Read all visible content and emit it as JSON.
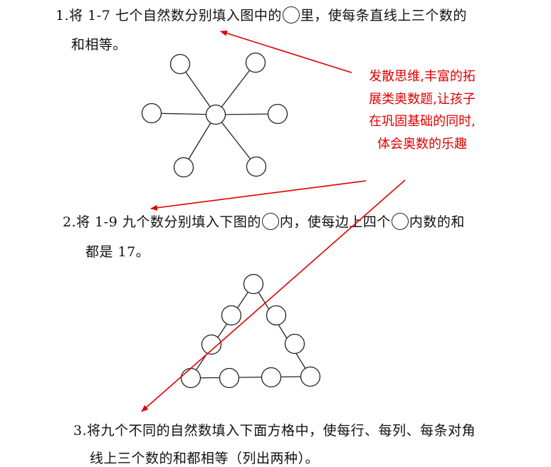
{
  "problems": [
    {
      "num": "1.",
      "line1_a": "将 1-7 七个自然数分别填入图中的",
      "line1_b": "里，使每条直线上三个数的",
      "line2": "和相等。"
    },
    {
      "num": "2.",
      "line1_a": "将 1-9 九个数分别填入下图的",
      "line1_b": "内，使每边上四个",
      "line1_c": "内数的和",
      "line2": "都是 17。"
    },
    {
      "num": "3.",
      "line1": "将九个不同的自然数填入下面方格中，使每行、每列、每条对角",
      "line2": "线上三个数的和都相等（列出两种）。"
    }
  ],
  "annotation": {
    "lines": [
      "发散思维,丰富的拓",
      "展类奥数题,让孩子",
      "在巩固基础的同时,",
      "体会奥数的乐趣"
    ],
    "color": "#e00000"
  }
}
